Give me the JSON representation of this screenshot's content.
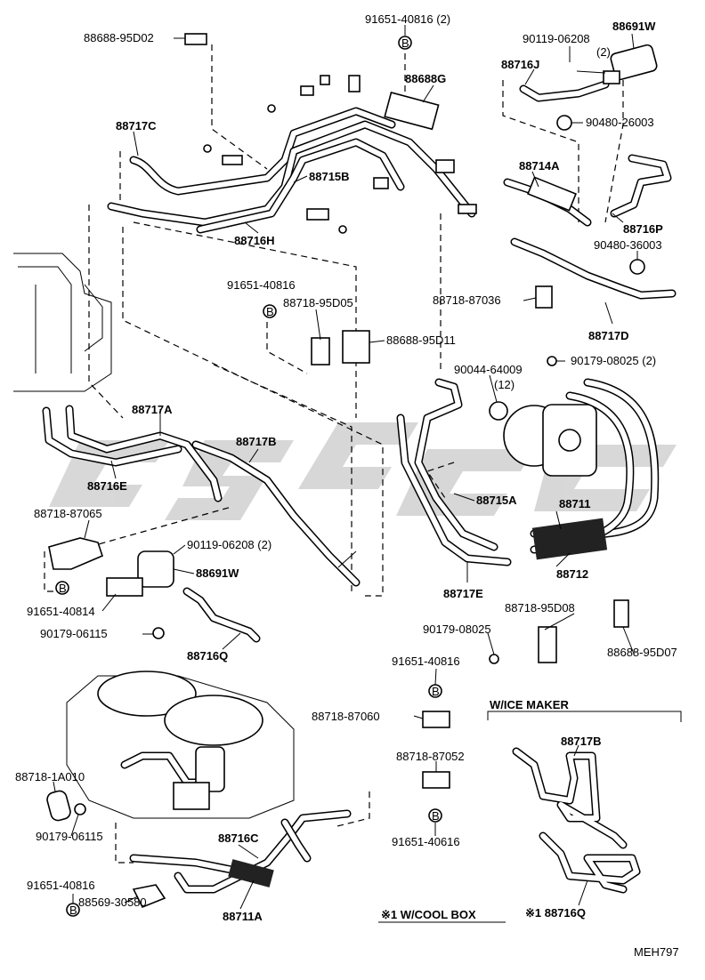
{
  "parts": {
    "p88688_95D02": "88688-95D02",
    "p91651_40816_2_top": "91651-40816 (2)",
    "p88691W_top": "88691W",
    "p90119_06208_top": "90119-06208",
    "p90119_qty": "(2)",
    "p88716J": "88716J",
    "p88688G": "88688G",
    "p90480_26003": "90480-26003",
    "p88717C": "88717C",
    "p88714A": "88714A",
    "p88715B": "88715B",
    "p88716P": "88716P",
    "p88716H": "88716H",
    "p90480_36003": "90480-36003",
    "p91651_40816_mid": "91651-40816",
    "p88718_95D05": "88718-95D05",
    "p88718_87036": "88718-87036",
    "p88688_95D11": "88688-95D11",
    "p88717D": "88717D",
    "p90044_64009": "90044-64009",
    "p90044_qty": "(12)",
    "p90179_08025_2": "90179-08025 (2)",
    "p88717A": "88717A",
    "p88717B_left": "88717B",
    "p88716E": "88716E",
    "p88715A": "88715A",
    "p88711": "88711",
    "p88718_87065": "88718-87065",
    "p90119_06208_2": "90119-06208 (2)",
    "p88691W_mid": "88691W",
    "p88712": "88712",
    "p91651_40814": "91651-40814",
    "p88717E": "88717E",
    "p88718_95D08": "88718-95D08",
    "p90179_06115_top": "90179-06115",
    "p90179_08025": "90179-08025",
    "p88688_95D07": "88688-95D07",
    "p88716Q_left": "88716Q",
    "p91651_40816_low": "91651-40816",
    "p88718_87060": "88718-87060",
    "p88717B_ice": "88717B",
    "p88718_87052": "88718-87052",
    "p88718_1A010": "88718-1A010",
    "p90179_06115_low": "90179-06115",
    "p88716C": "88716C",
    "p91651_40616": "91651-40616",
    "p91651_40816_bot": "91651-40816",
    "p88569_30580": "88569-30580",
    "p88711A": "88711A",
    "p88716Q_ice": "※1 88716Q"
  },
  "sections": {
    "ice_maker": "W/ICE MAKER",
    "cool_box": "※1 W/COOL BOX"
  },
  "symbols": {
    "bolt_mark": "B"
  },
  "footer": {
    "drawing_code": "MEH797"
  },
  "watermark": {
    "text": "CSC"
  }
}
